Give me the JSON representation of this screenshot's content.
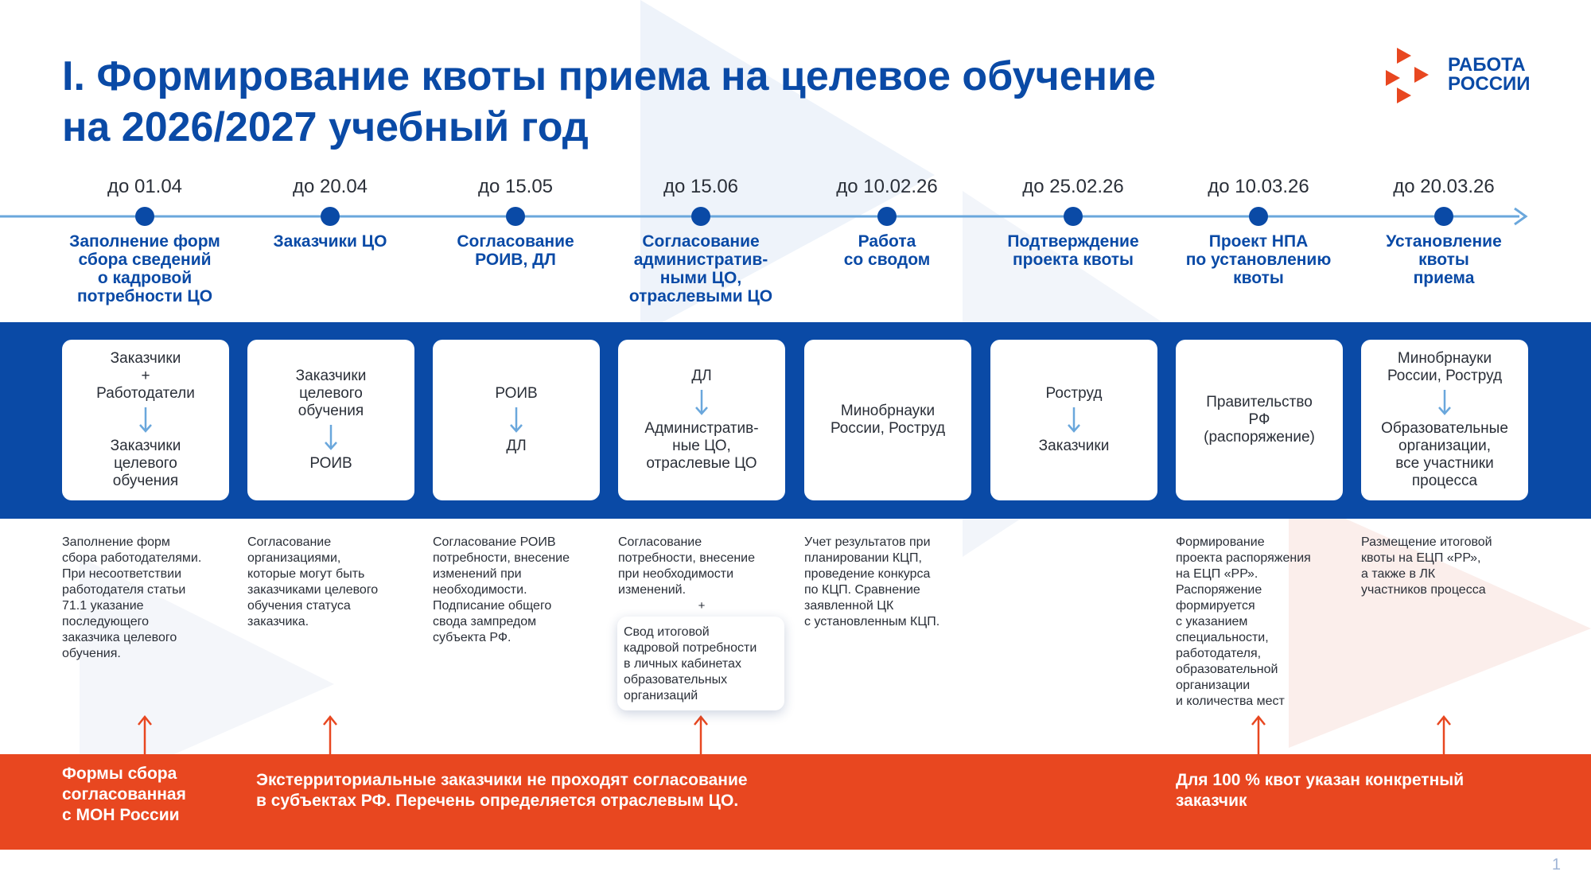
{
  "title": {
    "line1": "I. Формирование квоты приема на целевое обучение",
    "line2": "на 2026/2027 учебный год"
  },
  "logo": {
    "line1": "РАБОТА",
    "line2": "РОССИИ",
    "colors": {
      "red": "#e84720",
      "blue": "#0a4aa6"
    }
  },
  "colors": {
    "primary_blue": "#0a4aa6",
    "timeline_blue": "#6aa7dc",
    "orange": "#e84720",
    "white": "#ffffff"
  },
  "steps": [
    {
      "date": "до 01.04",
      "stage": [
        "Заполнение форм",
        "сбора сведений",
        "о кадровой",
        "потребности ЦО"
      ],
      "card_top": [
        "Заказчики",
        "+",
        "Работодатели"
      ],
      "card_bottom": [
        "Заказчики",
        "целевого",
        "обучения"
      ],
      "desc": [
        "Заполнение форм",
        "сбора работодателями.",
        "При несоответствии",
        "работодателя статьи",
        "71.1 указание",
        "последующего",
        "заказчика целевого",
        "обучения."
      ]
    },
    {
      "date": "до 20.04",
      "stage": [
        "Заказчики ЦО"
      ],
      "card_top": [
        "Заказчики",
        "целевого",
        "обучения"
      ],
      "card_bottom": [
        "РОИВ"
      ],
      "desc": [
        "Согласование",
        "организациями,",
        "которые могут быть",
        "заказчиками целевого",
        "обучения статуса",
        "заказчика."
      ]
    },
    {
      "date": "до 15.05",
      "stage": [
        "Согласование",
        "РОИВ, ДЛ"
      ],
      "card_top": [
        "РОИВ"
      ],
      "card_bottom": [
        "ДЛ"
      ],
      "desc": [
        "Согласование РОИВ",
        "потребности, внесение",
        "изменений при",
        "необходимости.",
        "Подписание общего",
        "свода зампредом",
        "субъекта РФ."
      ]
    },
    {
      "date": "до 15.06",
      "stage": [
        "Согласование",
        "административ-",
        "ными ЦО,",
        "отраслевыми ЦО"
      ],
      "card_top": [
        "ДЛ"
      ],
      "card_bottom": [
        "Административ-",
        "ные ЦО,",
        "отраслевые ЦО"
      ],
      "desc": [
        "Согласование",
        "потребности, внесение",
        "при необходимости",
        "изменений."
      ],
      "plus": "+",
      "callout": [
        "Свод итоговой",
        "кадровой потребности",
        "в личных кабинетах",
        "образовательных",
        "организаций"
      ]
    },
    {
      "date": "до 10.02.26",
      "stage": [
        "Работа",
        "со сводом"
      ],
      "card_top": [
        "Минобрнауки",
        "России, Роструд"
      ],
      "card_bottom": [],
      "desc": [
        "Учет результатов при",
        "планировании КЦП,",
        "проведение конкурса",
        "по КЦП. Сравнение",
        "заявленной ЦК",
        "с установленным КЦП."
      ]
    },
    {
      "date": "до 25.02.26",
      "stage": [
        "Подтверждение",
        "проекта квоты"
      ],
      "card_top": [
        "Роструд"
      ],
      "card_bottom": [
        "Заказчики"
      ],
      "desc": []
    },
    {
      "date": "до 10.03.26",
      "stage": [
        "Проект НПА",
        "по установлению",
        "квоты"
      ],
      "card_top": [
        "Правительство",
        "РФ",
        "(распоряжение)"
      ],
      "card_bottom": [],
      "desc": [
        "Формирование",
        "проекта распоряжения",
        "на ЕЦП «РР».",
        "Распоряжение",
        "формируется",
        "с указанием",
        "специальности,",
        "работодателя,",
        "образовательной",
        "организации",
        "и количества мест"
      ]
    },
    {
      "date": "до 20.03.26",
      "stage": [
        "Установление",
        "квоты",
        "приема"
      ],
      "card_top": [
        "Минобрнауки",
        "России, Роструд"
      ],
      "card_bottom": [
        "Образовательные",
        "организации,",
        "все участники",
        "процесса"
      ],
      "desc": [
        "Размещение итоговой",
        "квоты на ЕЦП «РР»,",
        "а также в ЛК",
        "участников процесса"
      ]
    }
  ],
  "bottom": {
    "left": [
      "Формы сбора",
      "согласованная",
      "с МОН России"
    ],
    "middle": [
      "Экстерриториальные заказчики не проходят согласование",
      "в субъектах РФ. Перечень определяется отраслевым ЦО."
    ],
    "right": [
      "Для 100 % квот указан конкретный",
      "заказчик"
    ]
  },
  "page_number": "1"
}
